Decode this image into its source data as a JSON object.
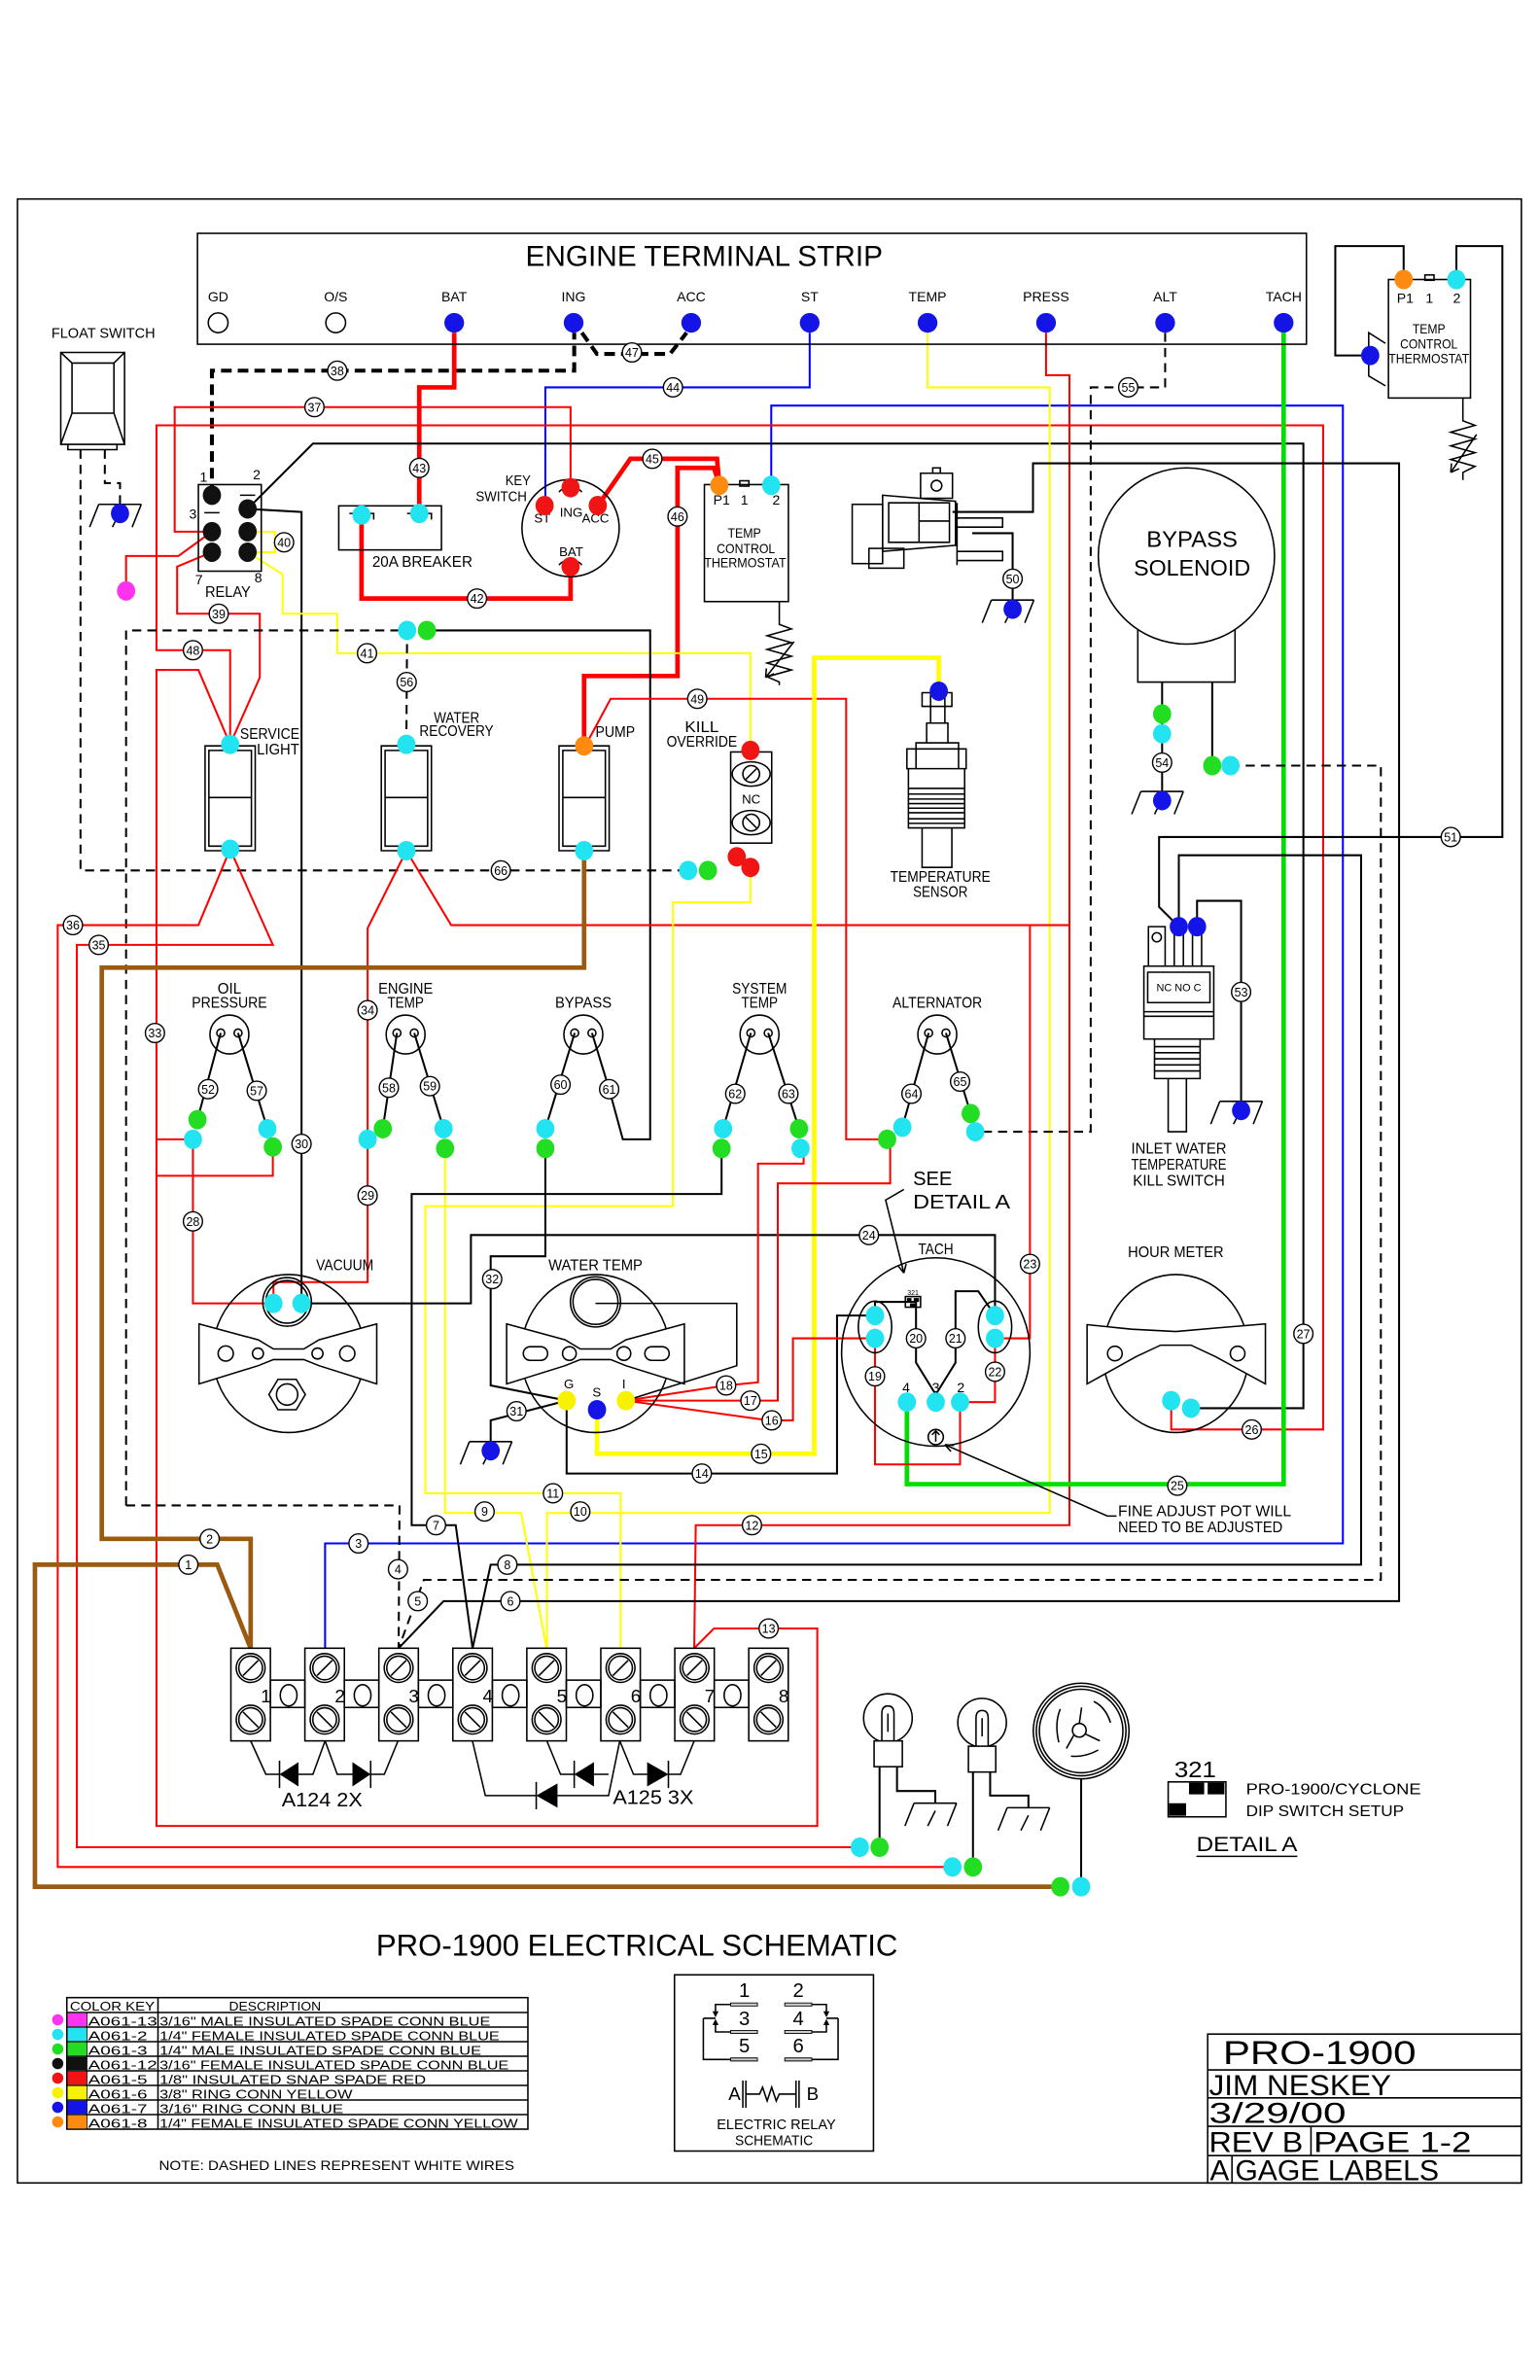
{
  "drawing": {
    "title": "PRO-1900 ELECTRICAL SCHEMATIC",
    "note": "NOTE: DASHED LINES REPRESENT WHITE WIRES"
  },
  "palette": {
    "cyan": "#22e3f0",
    "green": "#22dd22",
    "blue": "#1414e6",
    "red": "#f01414",
    "orange": "#ff8a10",
    "yellow": "#f7f200",
    "magenta": "#ff33ee",
    "black": "#111111"
  },
  "wire_colors": {
    "red": "#ff0000",
    "blue": "#0000ff",
    "yellow": "#ffff00",
    "green": "#00e000",
    "brown": "#9a5a10",
    "black": "#000000"
  },
  "terminal_strip": {
    "title": "ENGINE TERMINAL STRIP",
    "terminals": [
      "GD",
      "O/S",
      "BAT",
      "ING",
      "ACC",
      "ST",
      "TEMP",
      "PRESS",
      "ALT",
      "TACH"
    ]
  },
  "float_switch": {
    "label": "FLOAT SWITCH"
  },
  "relay": {
    "label": "RELAY",
    "pin_labels": [
      "1",
      "2",
      "3",
      "7",
      "8"
    ]
  },
  "breaker": {
    "label": "20A BREAKER"
  },
  "key_switch": {
    "label": [
      "KEY",
      "SWITCH"
    ],
    "pins": [
      "ST",
      "ING",
      "ACC",
      "BAT"
    ]
  },
  "temp_control_thermostat": {
    "label": [
      "TEMP",
      "CONTROL",
      "THERMOSTAT"
    ],
    "pins": [
      "P1",
      "1",
      "2"
    ]
  },
  "remote_thermostat": {
    "label": [
      "TEMP",
      "CONTROL",
      "THERMOSTAT"
    ],
    "pins": [
      "P1",
      "1",
      "2"
    ]
  },
  "bypass_solenoid": {
    "label": [
      "BYPASS",
      "SOLENOID"
    ]
  },
  "rocker_switches": [
    {
      "label": [
        "SERVICE",
        "LIGHT"
      ]
    },
    {
      "label": [
        "WATER",
        "RECOVERY"
      ]
    },
    {
      "label": [
        "PUMP"
      ]
    }
  ],
  "kill_override": {
    "label": [
      "KILL",
      "OVERRIDE"
    ],
    "contact": "NC"
  },
  "temperature_sensor": {
    "label": [
      "TEMPERATURE",
      "SENSOR"
    ]
  },
  "indicator_lights": [
    {
      "label": [
        "OIL",
        "PRESSURE"
      ]
    },
    {
      "label": [
        "ENGINE",
        "TEMP"
      ]
    },
    {
      "label": [
        "BYPASS"
      ]
    },
    {
      "label": [
        "SYSTEM",
        "TEMP"
      ]
    },
    {
      "label": [
        "ALTERNATOR"
      ]
    }
  ],
  "inlet_kill_switch": {
    "label": [
      "INLET WATER",
      "TEMPERATURE",
      "KILL SWITCH"
    ],
    "contacts": "NC NO C"
  },
  "gauges": {
    "vacuum": {
      "label": "VACUUM"
    },
    "water_temp": {
      "label": "WATER TEMP",
      "pins": [
        "G",
        "S",
        "I"
      ]
    },
    "tach": {
      "label": "TACH",
      "pins": [
        "4",
        "3",
        "2"
      ],
      "dip": "321"
    },
    "hour_meter": {
      "label": "HOUR METER"
    }
  },
  "callouts": {
    "see_detail": [
      "SEE",
      "DETAIL A"
    ],
    "fine_adjust": [
      "FINE ADJUST POT WILL",
      "NEED TO BE ADJUSTED"
    ]
  },
  "terminal_block": {
    "positions": [
      "1",
      "2",
      "3",
      "4",
      "5",
      "6",
      "7",
      "8"
    ],
    "diodes": [
      "A124 2X",
      "A125 3X"
    ]
  },
  "detail_a": {
    "dip_label": "321",
    "lines": [
      "PRO-1900/CYCLONE",
      "DIP SWITCH SETUP"
    ],
    "title": "DETAIL A"
  },
  "wire_labels": [
    "1",
    "2",
    "3",
    "4",
    "5",
    "6",
    "7",
    "8",
    "9",
    "10",
    "11",
    "12",
    "13",
    "14",
    "15",
    "16",
    "17",
    "18",
    "19",
    "20",
    "21",
    "22",
    "23",
    "24",
    "25",
    "26",
    "27",
    "28",
    "29",
    "30",
    "31",
    "32",
    "33",
    "34",
    "35",
    "36",
    "37",
    "38",
    "39",
    "40",
    "41",
    "42",
    "43",
    "44",
    "45",
    "46",
    "47",
    "48",
    "49",
    "50",
    "51",
    "52",
    "53",
    "54",
    "55",
    "56",
    "57",
    "58",
    "59",
    "60",
    "61",
    "62",
    "63",
    "64",
    "65",
    "66"
  ],
  "color_key": {
    "headers": [
      "COLOR KEY",
      "DESCRIPTION"
    ],
    "rows": [
      {
        "code": "A061-13",
        "description": "3/16\" MALE INSULATED SPADE CONN BLUE",
        "color": "#ff33ee"
      },
      {
        "code": "A061-2",
        "description": "1/4\" FEMALE INSULATED SPADE CONN BLUE",
        "color": "#22e3f0"
      },
      {
        "code": "A061-3",
        "description": "1/4\" MALE INSULATED SPADE CONN BLUE",
        "color": "#22dd22"
      },
      {
        "code": "A061-12",
        "description": "3/16\" FEMALE INSULATED SPADE CONN BLUE",
        "color": "#111111"
      },
      {
        "code": "A061-5",
        "description": "1/8\" INSULATED SNAP SPADE RED",
        "color": "#f01414"
      },
      {
        "code": "A061-6",
        "description": "3/8\" RING CONN YELLOW",
        "color": "#f7f200"
      },
      {
        "code": "A061-7",
        "description": "3/16\" RING CONN BLUE",
        "color": "#1414e6"
      },
      {
        "code": "A061-8",
        "description": "1/4\" FEMALE INSULATED SPADE CONN YELLOW",
        "color": "#ff8a10"
      }
    ]
  },
  "relay_schematic": {
    "pins": [
      "1",
      "2",
      "3",
      "4",
      "5",
      "6"
    ],
    "coil": [
      "A",
      "B"
    ],
    "label": [
      "ELECTRIC RELAY",
      "SCHEMATIC"
    ]
  },
  "title_block": {
    "model": "PRO-1900",
    "drawn_by": "JIM NESKEY",
    "date": "3/29/00",
    "revision": "REV B",
    "page": "PAGE 1-2",
    "change_id": "A",
    "change_description": "GAGE LABELS"
  }
}
